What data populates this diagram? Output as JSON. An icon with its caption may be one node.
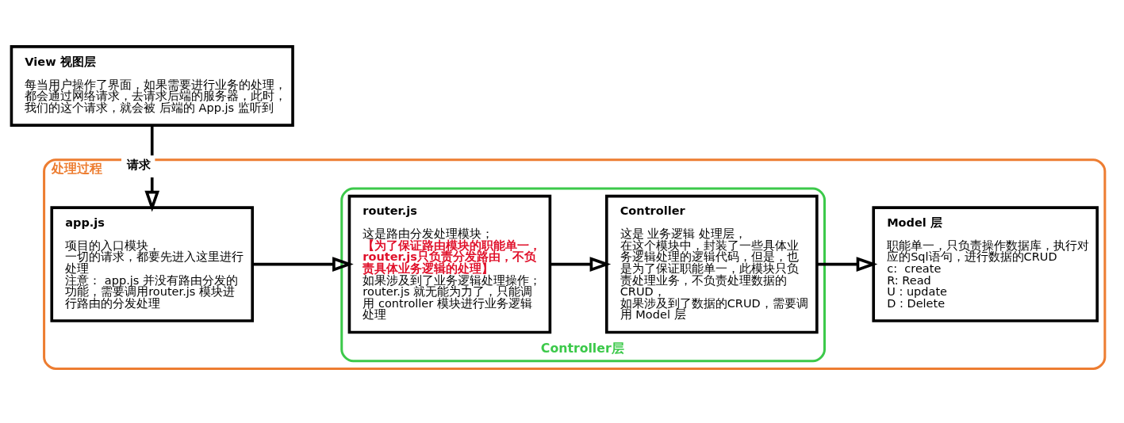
{
  "diagram": {
    "nodes": [
      {
        "text": [
          "处理过程"
        ]
      },
      {
        "text": [
          "app.js",
          "项目的入口模块，",
          "一切的请求，都要先进入这里进行处理",
          "注意： app.js 并没有路由分发的功能，需要调用router.js 模块进行路由的分发处理"
        ],
        "in": 0
      },
      {
        "text": [
          "Controller层"
        ],
        "in": 0
      },
      {
        "text": [
          "router.js",
          "这是路由分发处理模块；",
          "【为了保证路由模块的职能单一，router.js只负责分发路由，不负责具体业务逻辑的处理】",
          "如果涉及到了业务逻辑处理操作；router.js 就无能为力了，只能调用 controller 模块进行业务逻辑处理"
        ],
        "in": 2
      },
      {
        "text": [
          "Controller",
          "这是 业务逻辑 处理层，",
          "在这个模块中，封装了一些具体业务逻辑处理的逻辑代码，但是，也是为了保证职能单一，此模块只负责处理业务，不负责处理数据的CRUD，",
          "如果涉及到了数据的CRUD，需要调用 Model 层"
        ],
        "in": 2
      },
      {
        "text": [
          "Model 层",
          "职能单一，只负责操作数据库，执行对应的Sql语句，进行数据的CRUD",
          "c:  create",
          "R: Read",
          "U : update",
          "D : Delete"
        ],
        "in": 0
      },
      {
        "text": [
          "View 视图层",
          "每当用户操作了界面，如果需要进行业务的处理，都会通过网络请求，去请求后端的服务器，此时，我们的这个请求，就会被 后端的 App.js 监听到"
        ]
      }
    ],
    "edges": [
      {
        "from": 1,
        "to": 3,
        "arrow": "to"
      },
      {
        "from": 3,
        "to": 4,
        "arrow": "to"
      },
      {
        "from": 4,
        "to": 5,
        "arrow": "to"
      },
      {
        "from": 6,
        "to": 1,
        "arrow": "to",
        "label": "请求"
      }
    ]
  }
}
